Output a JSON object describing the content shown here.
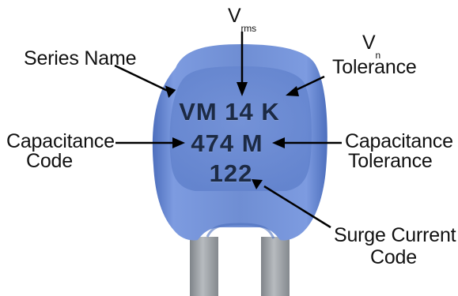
{
  "colors": {
    "body": "#6f8ed3",
    "body_dark": "#4d6fbd",
    "body_light": "#8aa6e6",
    "leads": "#9ea3a8",
    "marking_text": "#1c2a44",
    "label_text": "#111111"
  },
  "marking": {
    "line1": "VM 14 K",
    "line2": "474 M",
    "line3": "122"
  },
  "labels": {
    "vrms_main": "V",
    "vrms_sub": "rms",
    "vn_main": "V",
    "vn_sub": "n",
    "vn_tolerance": "Tolerance",
    "series_name": "Series Name",
    "capacitance_code_1": "Capacitance",
    "capacitance_code_2": "Code",
    "capacitance_tolerance_1": "Capacitance",
    "capacitance_tolerance_2": "Tolerance",
    "surge_current_code_1": "Surge Current",
    "surge_current_code_2": "Code"
  }
}
